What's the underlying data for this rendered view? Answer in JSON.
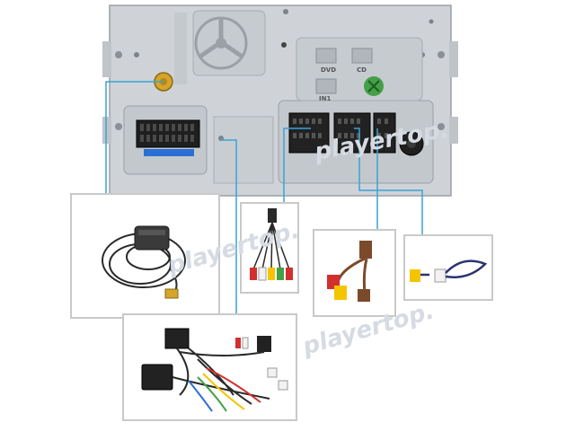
{
  "watermark": "playertop.",
  "port_labels": [
    "DVD",
    "CD",
    "IN1"
  ],
  "colors": {
    "chassis": "#cfd3d7",
    "chassis_dark": "#9aa0a6",
    "leader_line": "#3aa3d6",
    "frame": "#c9c9c9",
    "gps_gold": "#d4a52a",
    "rca_red": "#d32f2f",
    "rca_white": "#f2f2f2",
    "rca_yellow": "#f5c400",
    "rca_green": "#43a047",
    "cable_black": "#2a2a2a",
    "cable_brown": "#7b4a2a",
    "cable_navy": "#2a3470"
  },
  "icons": {
    "gps": "gps-antenna-icon",
    "rca": "rca-cable-icon",
    "harness": "wiring-harness-icon"
  }
}
